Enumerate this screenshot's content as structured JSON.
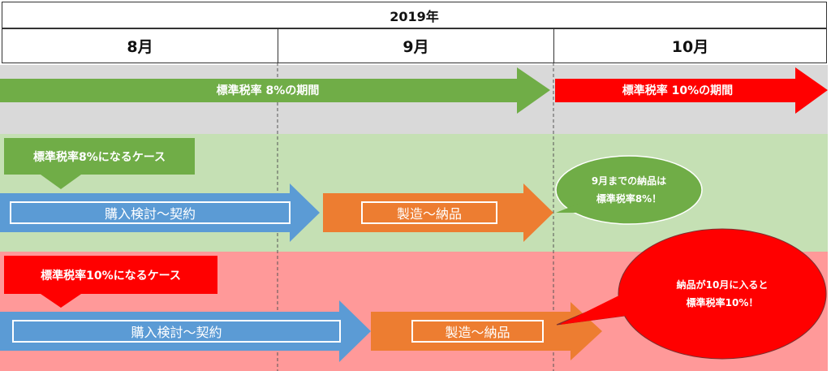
{
  "header": {
    "year": "2019年",
    "months": [
      "8月",
      "9月",
      "10月"
    ]
  },
  "tax_periods": {
    "rate8_period": "標準税率 8%の期間",
    "rate10_period": "標準税率 10%の期間"
  },
  "case_8": {
    "title": "標準税率8%になるケース",
    "step1": "購入検討～契約",
    "step2": "製造～納品",
    "note_line1": "9月までの納品は",
    "note_line2": "標準税率8%！"
  },
  "case_10": {
    "title": "標準税率10%になるケース",
    "step1": "購入検討～契約",
    "step2": "製造～納品",
    "note_line1": "納品が10月に入ると",
    "note_line2": "標準税率10%！"
  },
  "colors": {
    "green": "#70AD47",
    "red": "#FF0000",
    "blue": "#5B9BD5",
    "orange": "#ED7D31",
    "band_gray": "#D9D9D9",
    "band_green": "#C5E0B4",
    "band_red": "#FF9999"
  }
}
